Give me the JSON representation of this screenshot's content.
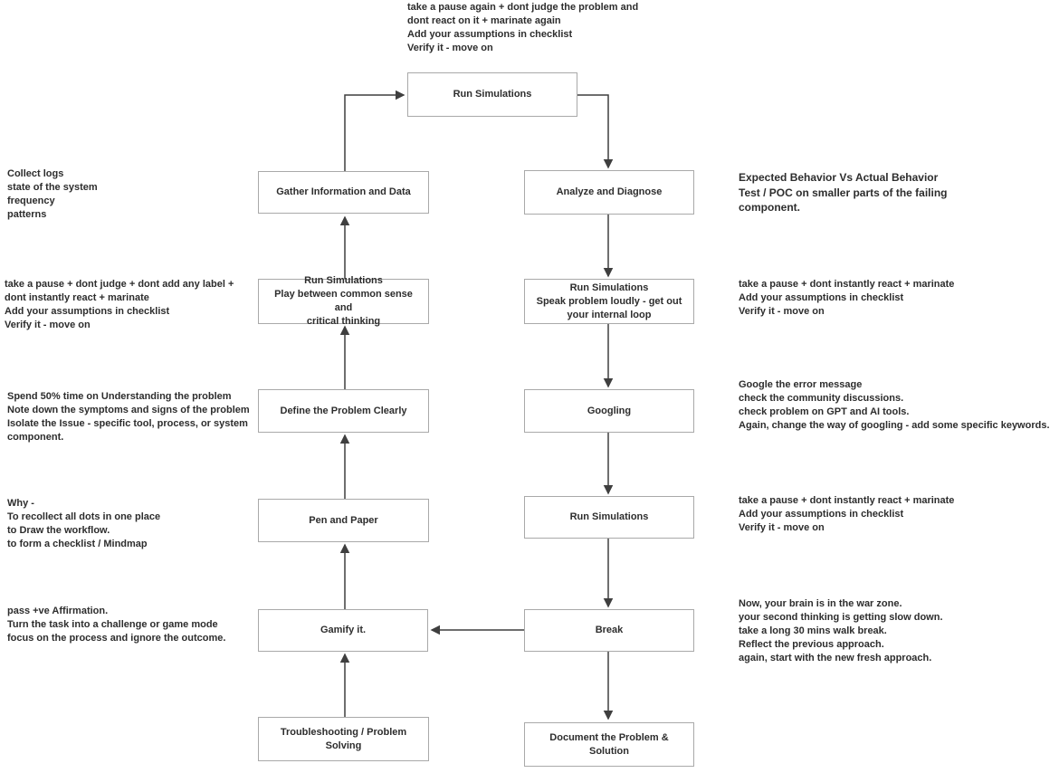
{
  "colors": {
    "background": "#ffffff",
    "box_border": "#a9a9a9",
    "box_fill": "#ffffff",
    "text": "#2d2d2d",
    "arrow": "#3f3f3f"
  },
  "top_note": "take a pause again + dont judge the problem and\ndont react on it + marinate again\nAdd your assumptions in checklist\nVerify it - move on",
  "nodes": {
    "run_simulations_top": "Run Simulations",
    "gather_information": "Gather Information and Data",
    "analyze_diagnose": "Analyze and Diagnose",
    "run_simulations_play": "Run Simulations\nPlay between common sense and\ncritical thinking",
    "run_simulations_speak": "Run Simulations\nSpeak problem loudly - get out\nyour internal loop",
    "define_problem": "Define the Problem Clearly",
    "googling": "Googling",
    "pen_and_paper": "Pen and Paper",
    "run_simulations_mid": "Run Simulations",
    "gamify": "Gamify it.",
    "break_node": "Break",
    "troubleshooting": "Troubleshooting / Problem Solving",
    "document_solution": "Document the Problem &\nSolution"
  },
  "left_notes": {
    "collect_logs": "Collect logs\nstate of the system\nfrequency\npatterns",
    "pause_judge": "take a pause + dont judge + dont add any label +\ndont instantly react + marinate\nAdd your assumptions in checklist\nVerify it - move on",
    "spend_time": "Spend 50% time on Understanding the problem\nNote down the symptoms and signs of the problem\nIsolate the Issue - specific tool, process, or system\ncomponent.",
    "why": "Why -\nTo recollect all dots in one place\nto Draw the  workflow.\nto form a checklist / Mindmap",
    "affirmation": "pass +ve Affirmation.\nTurn the task into a challenge or game mode\nfocus on the process and ignore the outcome."
  },
  "right_notes": {
    "expected_behavior": "Expected Behavior Vs Actual Behavior\nTest / POC on smaller parts of the failing\ncomponent.",
    "pause_react_1": "take a pause + dont instantly react + marinate\nAdd your assumptions in checklist\nVerify it - move on",
    "google_error": "Google the error message\ncheck the community discussions.\ncheck problem on GPT and AI tools.\nAgain, change the way of googling - add some specific keywords.",
    "pause_react_2": "take a pause + dont instantly react + marinate\nAdd your assumptions in checklist\nVerify it - move on",
    "war_zone": "Now, your brain is in the war zone.\nyour second thinking is getting slow down.\ntake a long 30 mins walk break.\nReflect the previous approach.\nagain, start with the new fresh approach."
  }
}
